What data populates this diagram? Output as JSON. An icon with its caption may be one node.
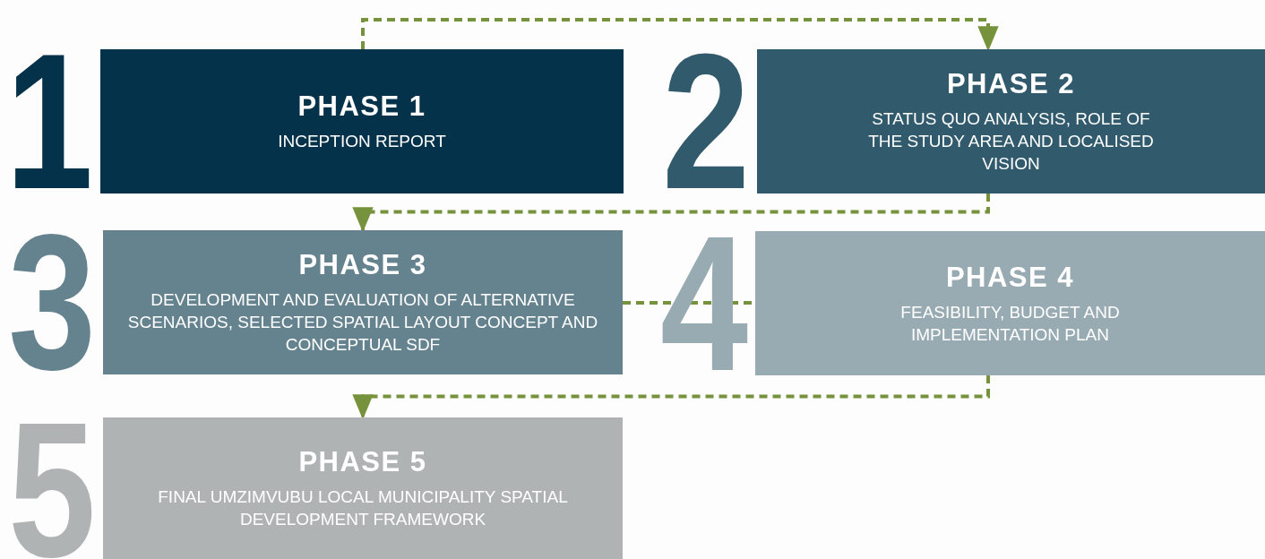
{
  "diagram": {
    "nodes": [
      {
        "text": [
          "PHASE 1",
          "INCEPTION REPORT"
        ],
        "beside": [
          "1"
        ]
      },
      {
        "text": [
          "PHASE 2",
          "STATUS QUO ANALYSIS, ROLE OF THE STUDY AREA AND LOCALISED VISION"
        ],
        "beside": [
          "2"
        ]
      },
      {
        "text": [
          "PHASE 3",
          "DEVELOPMENT AND EVALUATION OF ALTERNATIVE SCENARIOS, SELECTED SPATIAL LAYOUT CONCEPT AND CONCEPTUAL SDF"
        ],
        "beside": [
          "3"
        ]
      },
      {
        "text": [
          "PHASE 4",
          "FEASIBILITY, BUDGET AND IMPLEMENTATION PLAN"
        ],
        "beside": [
          "4"
        ]
      },
      {
        "text": [
          "PHASE 5",
          "FINAL UMZIMVUBU LOCAL MUNICIPALITY SPATIAL DEVELOPMENT FRAMEWORK"
        ],
        "beside": [
          "5"
        ]
      }
    ],
    "edges": [
      {
        "from": 0,
        "to": 1,
        "arrow": "to",
        "style": "dashed"
      },
      {
        "from": 1,
        "to": 2,
        "arrow": "to",
        "style": "dashed"
      },
      {
        "from": 2,
        "to": 3,
        "arrow": "none",
        "style": "dashed"
      },
      {
        "from": 3,
        "to": 4,
        "arrow": "to",
        "style": "dashed"
      }
    ]
  }
}
